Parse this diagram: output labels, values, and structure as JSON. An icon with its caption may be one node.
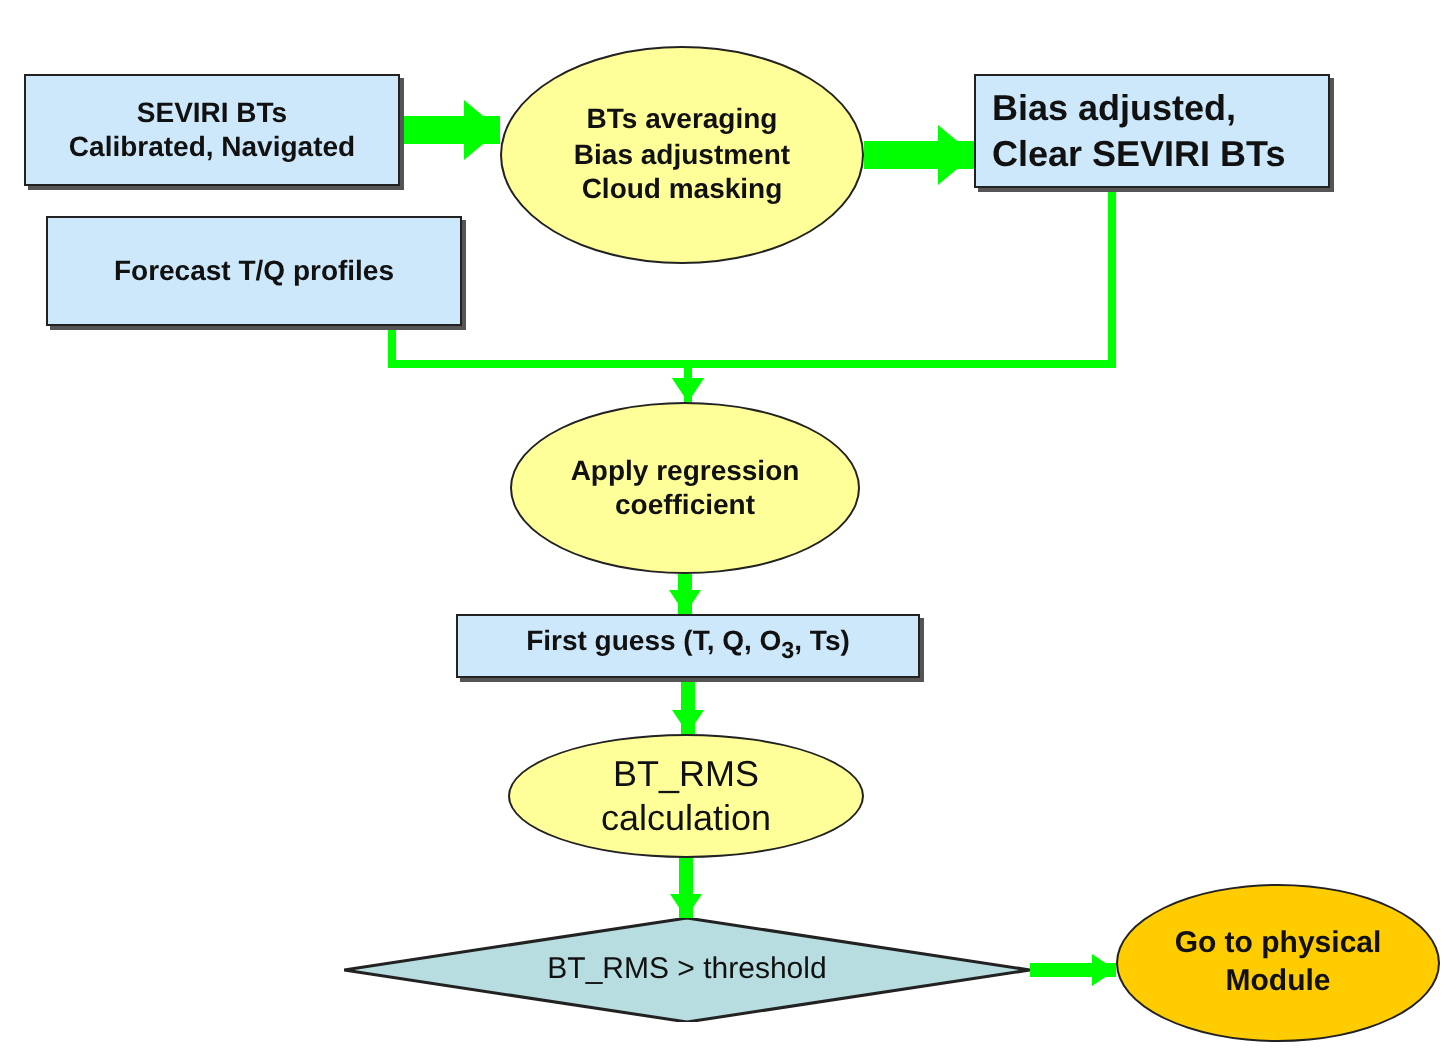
{
  "diagram": {
    "nodes": [
      {
        "text": [
          "SEVIRI BTs",
          "Calibrated, Navigated"
        ]
      },
      {
        "text": [
          "BTs averaging",
          "Bias adjustment",
          "Cloud masking"
        ]
      },
      {
        "text": [
          "Bias adjusted, Clear SEVIRI BTs"
        ]
      },
      {
        "text": [
          "Forecast T/Q profiles"
        ]
      },
      {
        "text": [
          "Apply regression coefficient"
        ]
      },
      {
        "text": [
          "First guess (T, Q, O$_{3}$, Ts)"
        ]
      },
      {
        "text": [
          "BT_RMS calculation"
        ]
      },
      {
        "text": [
          "BT_RMS > threshold"
        ]
      },
      {
        "text": [
          "Go to physical Module"
        ]
      }
    ],
    "edges": [
      {
        "from": 0,
        "to": 1,
        "arrow": "to",
        "style": "thick"
      },
      {
        "from": 1,
        "to": 2,
        "arrow": "to",
        "style": "thick"
      },
      {
        "from": 3,
        "to": 4,
        "arrow": "to"
      },
      {
        "from": 2,
        "to": 4,
        "arrow": "to"
      },
      {
        "from": 4,
        "to": 5,
        "arrow": "to"
      },
      {
        "from": 5,
        "to": 6,
        "arrow": "to"
      },
      {
        "from": 6,
        "to": 7,
        "arrow": "to"
      },
      {
        "from": 7,
        "to": 8,
        "arrow": "to"
      }
    ]
  }
}
